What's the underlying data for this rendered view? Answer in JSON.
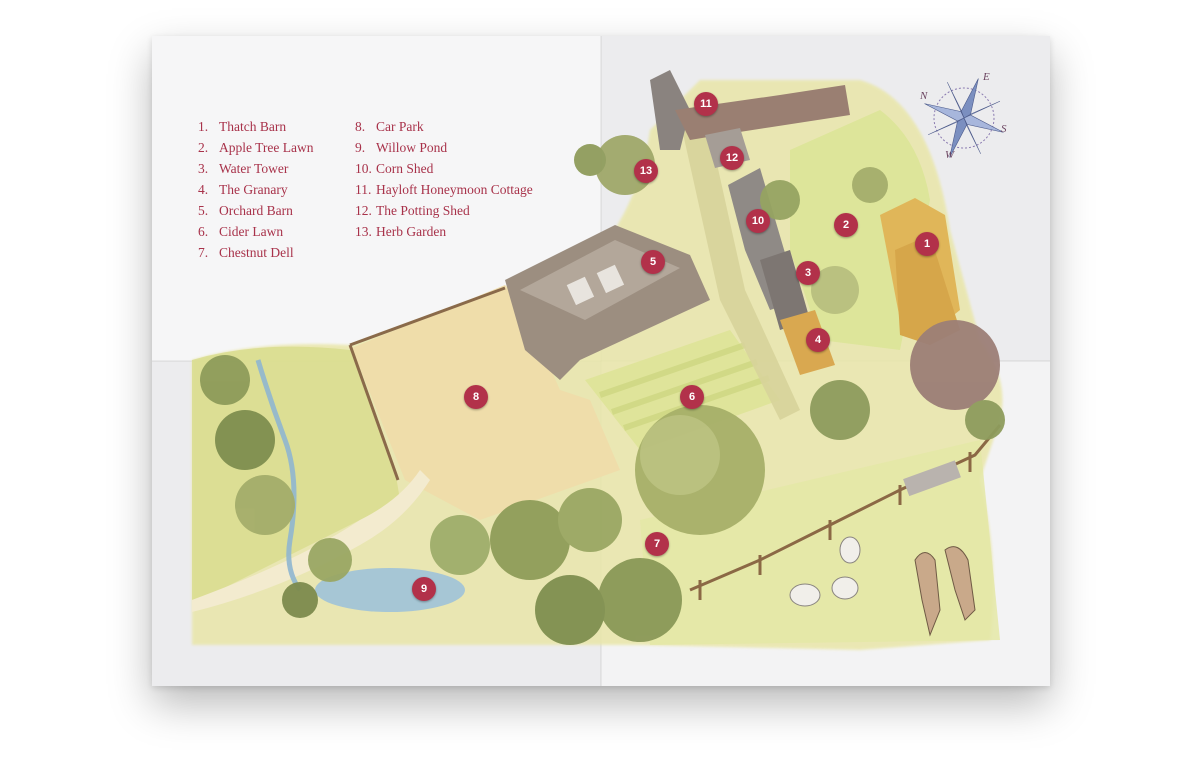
{
  "legend": {
    "items": [
      {
        "num": "1.",
        "label": "Thatch Barn"
      },
      {
        "num": "2.",
        "label": "Apple Tree Lawn"
      },
      {
        "num": "3.",
        "label": "Water Tower"
      },
      {
        "num": "4.",
        "label": "The Granary"
      },
      {
        "num": "5.",
        "label": "Orchard Barn"
      },
      {
        "num": "6.",
        "label": "Cider Lawn"
      },
      {
        "num": "7.",
        "label": "Chestnut Dell"
      },
      {
        "num": "8.",
        "label": "Car Park"
      },
      {
        "num": "9.",
        "label": "Willow Pond"
      },
      {
        "num": "10.",
        "label": "Corn Shed"
      },
      {
        "num": "11.",
        "label": "Hayloft Honeymoon Cottage"
      },
      {
        "num": "12.",
        "label": "The Potting Shed"
      },
      {
        "num": "13.",
        "label": "Herb Garden"
      }
    ]
  },
  "pins": [
    "1",
    "2",
    "3",
    "4",
    "5",
    "6",
    "7",
    "8",
    "9",
    "10",
    "11",
    "12",
    "13"
  ],
  "compass": {
    "n": "N",
    "e": "E",
    "s": "S",
    "w": "W"
  },
  "colors": {
    "accent": "#b2314a",
    "text": "#a8324a"
  }
}
